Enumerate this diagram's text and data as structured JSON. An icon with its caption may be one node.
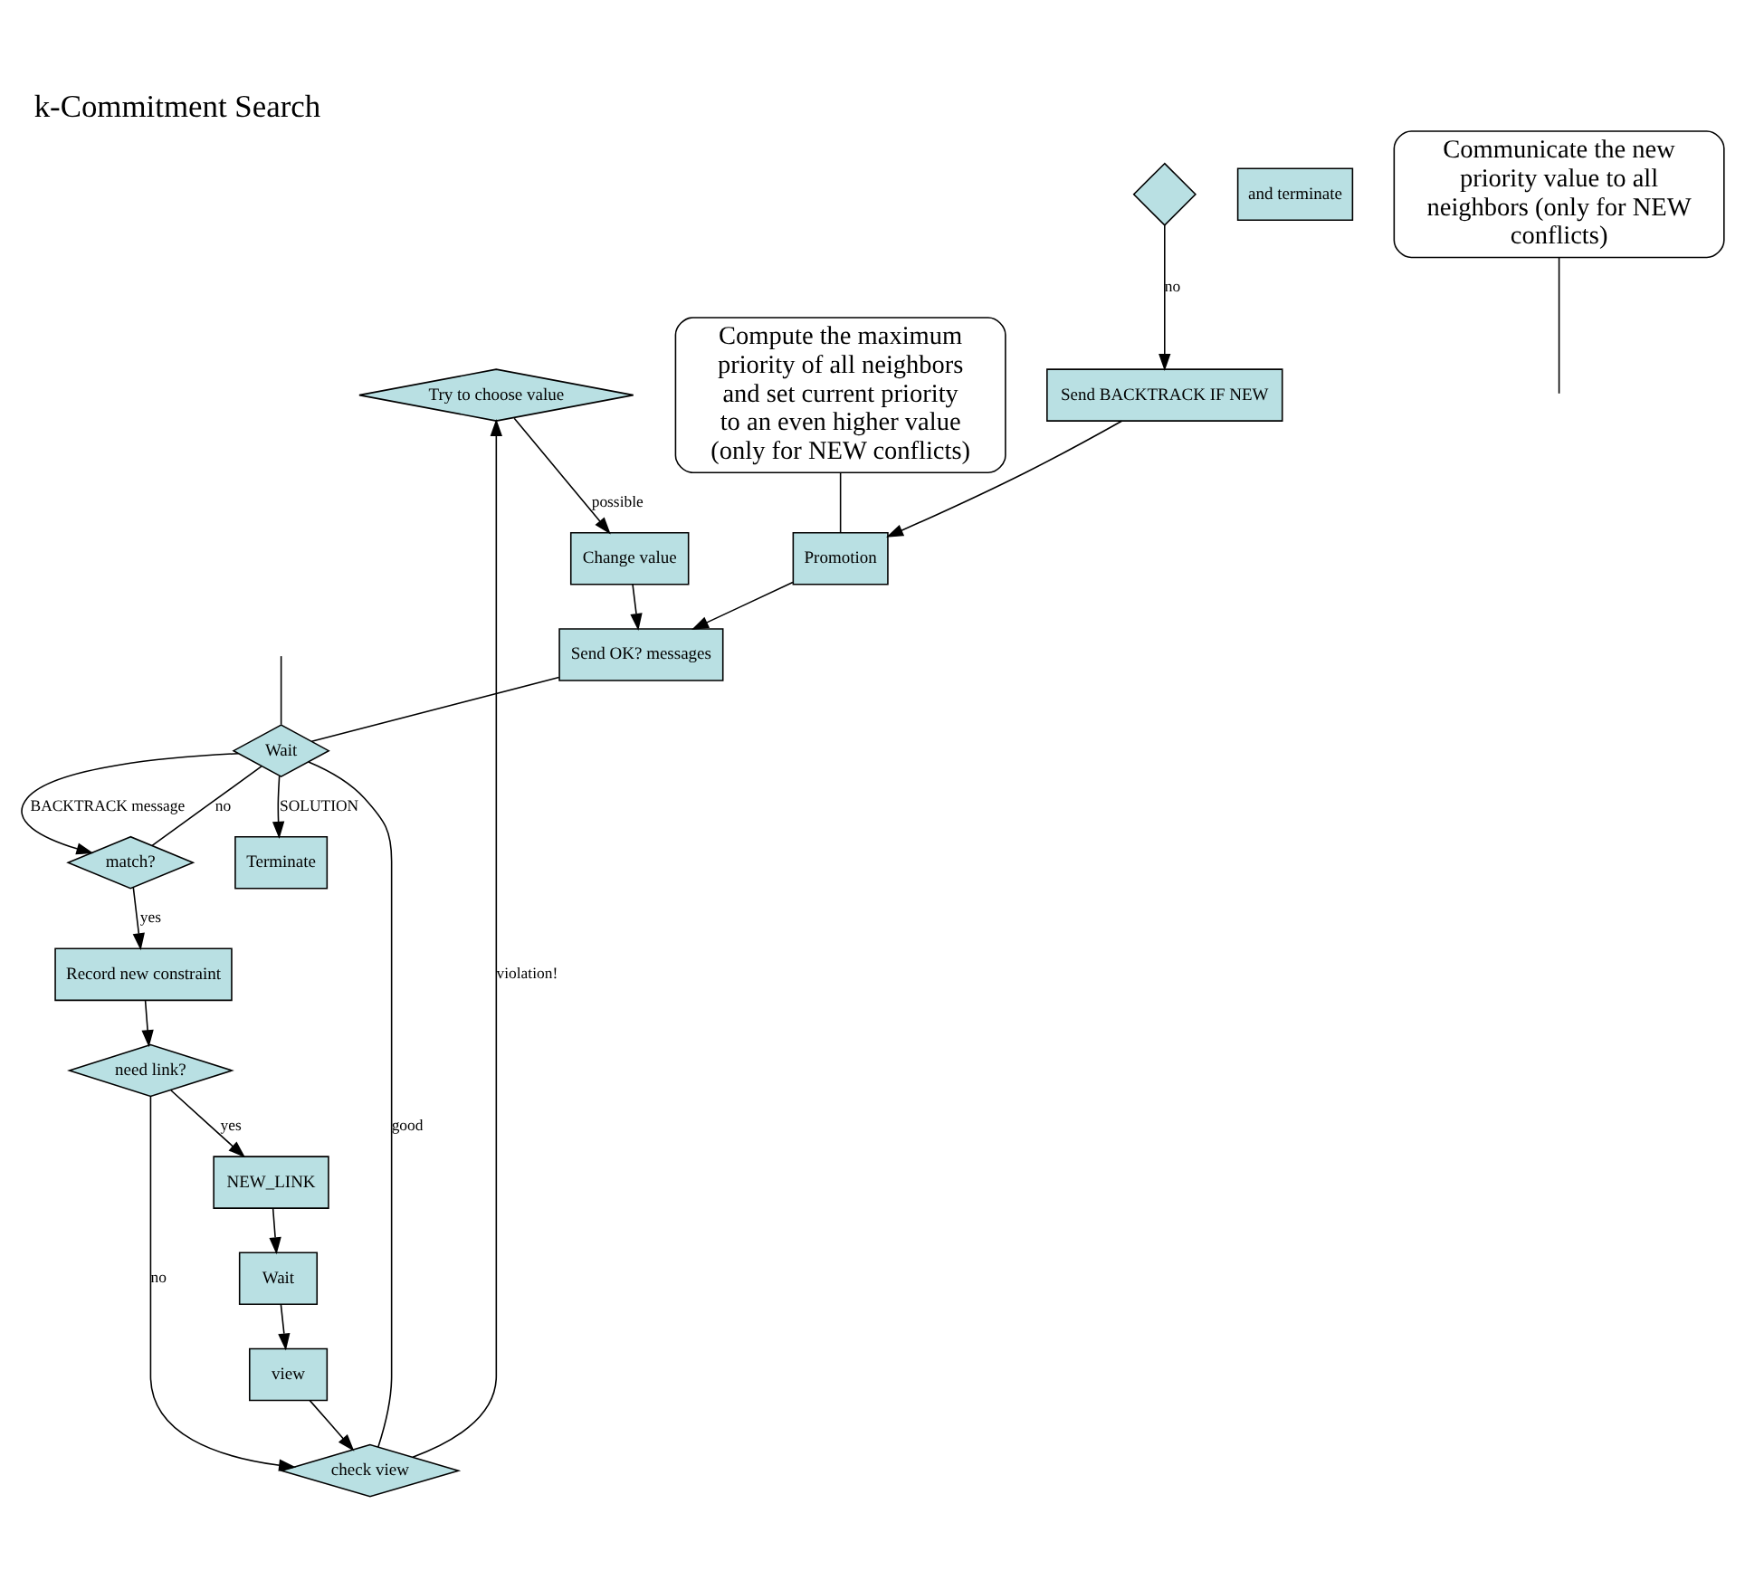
{
  "diagram": {
    "title": "k-Commitment Search",
    "nodes": [
      {
        "text": [
          "Try to choose value"
        ]
      },
      {
        "text": [
          "Change value"
        ]
      },
      {
        "text": [
          "Send OK? messages"
        ]
      },
      {
        "text": [
          "and terminate"
        ]
      },
      {
        "text": [],
        "shape": "diamond"
      },
      {
        "text": [
          "Send BACKTRACK IF NEW"
        ]
      },
      {
        "text": [
          "Promotion"
        ]
      },
      {
        "text": [
          "Wait"
        ]
      },
      {
        "text": [
          "match?"
        ]
      },
      {
        "text": [
          "Terminate"
        ]
      },
      {
        "text": [
          "Record new constraint"
        ]
      },
      {
        "text": [
          "need link?"
        ]
      },
      {
        "text": [
          "NEW_LINK"
        ]
      },
      {
        "text": [
          "Wait"
        ]
      },
      {
        "text": [
          "view"
        ]
      },
      {
        "text": [
          "check view"
        ]
      },
      {
        "text": [
          "Communicate the new priority value to all neighbors (only for NEW conflicts)"
        ]
      },
      {
        "text": [
          "Compute the maximum priority of all neighbors and set current priority to an even higher value (only for NEW conflicts)"
        ]
      }
    ],
    "edges": [
      {
        "from": 15,
        "to": 0,
        "arrow": "to",
        "label": "violation!"
      },
      {
        "from": 0,
        "to": 1,
        "arrow": "to",
        "label": "possible"
      },
      {
        "from": 1,
        "to": 2,
        "arrow": "to"
      },
      {
        "from": 2,
        "to": 7,
        "arrow": "none"
      },
      {
        "from": 15,
        "to": 7,
        "arrow": "none",
        "label": "good"
      },
      {
        "from": 6,
        "to": 2,
        "arrow": "to"
      },
      {
        "from": 5,
        "to": 6,
        "arrow": "to"
      },
      {
        "from": 4,
        "to": 5,
        "arrow": "to",
        "label": "no"
      },
      {
        "from": 8,
        "to": 7,
        "arrow": "none",
        "label": "no"
      },
      {
        "from": null,
        "to": 7,
        "arrow": "none"
      },
      {
        "from": 7,
        "to": 8,
        "arrow": "to",
        "label": "BACKTRACK message"
      },
      {
        "from": 7,
        "to": 9,
        "arrow": "to",
        "label": "SOLUTION"
      },
      {
        "from": 8,
        "to": 10,
        "arrow": "to",
        "label": "yes"
      },
      {
        "from": 10,
        "to": 11,
        "arrow": "to"
      },
      {
        "from": 11,
        "to": 12,
        "arrow": "to",
        "label": "yes"
      },
      {
        "from": 12,
        "to": 13,
        "arrow": "to"
      },
      {
        "from": 13,
        "to": 14,
        "arrow": "to"
      },
      {
        "from": 11,
        "to": 15,
        "arrow": "to",
        "label": "no"
      },
      {
        "from": 14,
        "to": 15,
        "arrow": "to"
      },
      {
        "from": 16,
        "to": null,
        "arrow": "none"
      },
      {
        "from": 17,
        "to": 6,
        "arrow": "none"
      }
    ]
  }
}
